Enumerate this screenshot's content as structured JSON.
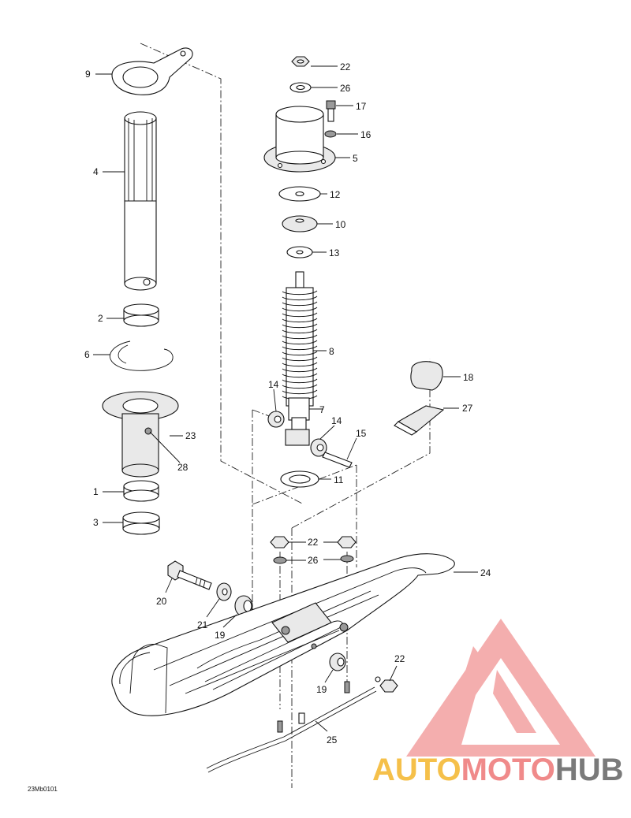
{
  "diagram_code": "23Mb0101",
  "watermark": {
    "part1": "AUTO",
    "part2": "MOTO",
    "part3": "HUB",
    "colors": {
      "auto": "#f5c04a",
      "moto": "#f08a8a",
      "hub": "#7a7a7a",
      "logo": "#f3a0a0"
    }
  },
  "callouts": [
    {
      "num": "9"
    },
    {
      "num": "4"
    },
    {
      "num": "2"
    },
    {
      "num": "6"
    },
    {
      "num": "23"
    },
    {
      "num": "28"
    },
    {
      "num": "1"
    },
    {
      "num": "3"
    },
    {
      "num": "22"
    },
    {
      "num": "26"
    },
    {
      "num": "17"
    },
    {
      "num": "16"
    },
    {
      "num": "5"
    },
    {
      "num": "12"
    },
    {
      "num": "10"
    },
    {
      "num": "13"
    },
    {
      "num": "8"
    },
    {
      "num": "14"
    },
    {
      "num": "7"
    },
    {
      "num": "14"
    },
    {
      "num": "15"
    },
    {
      "num": "11"
    },
    {
      "num": "18"
    },
    {
      "num": "27"
    },
    {
      "num": "22"
    },
    {
      "num": "22"
    },
    {
      "num": "26"
    },
    {
      "num": "24"
    },
    {
      "num": "20"
    },
    {
      "num": "21"
    },
    {
      "num": "19"
    },
    {
      "num": "19"
    },
    {
      "num": "22"
    },
    {
      "num": "25"
    }
  ]
}
